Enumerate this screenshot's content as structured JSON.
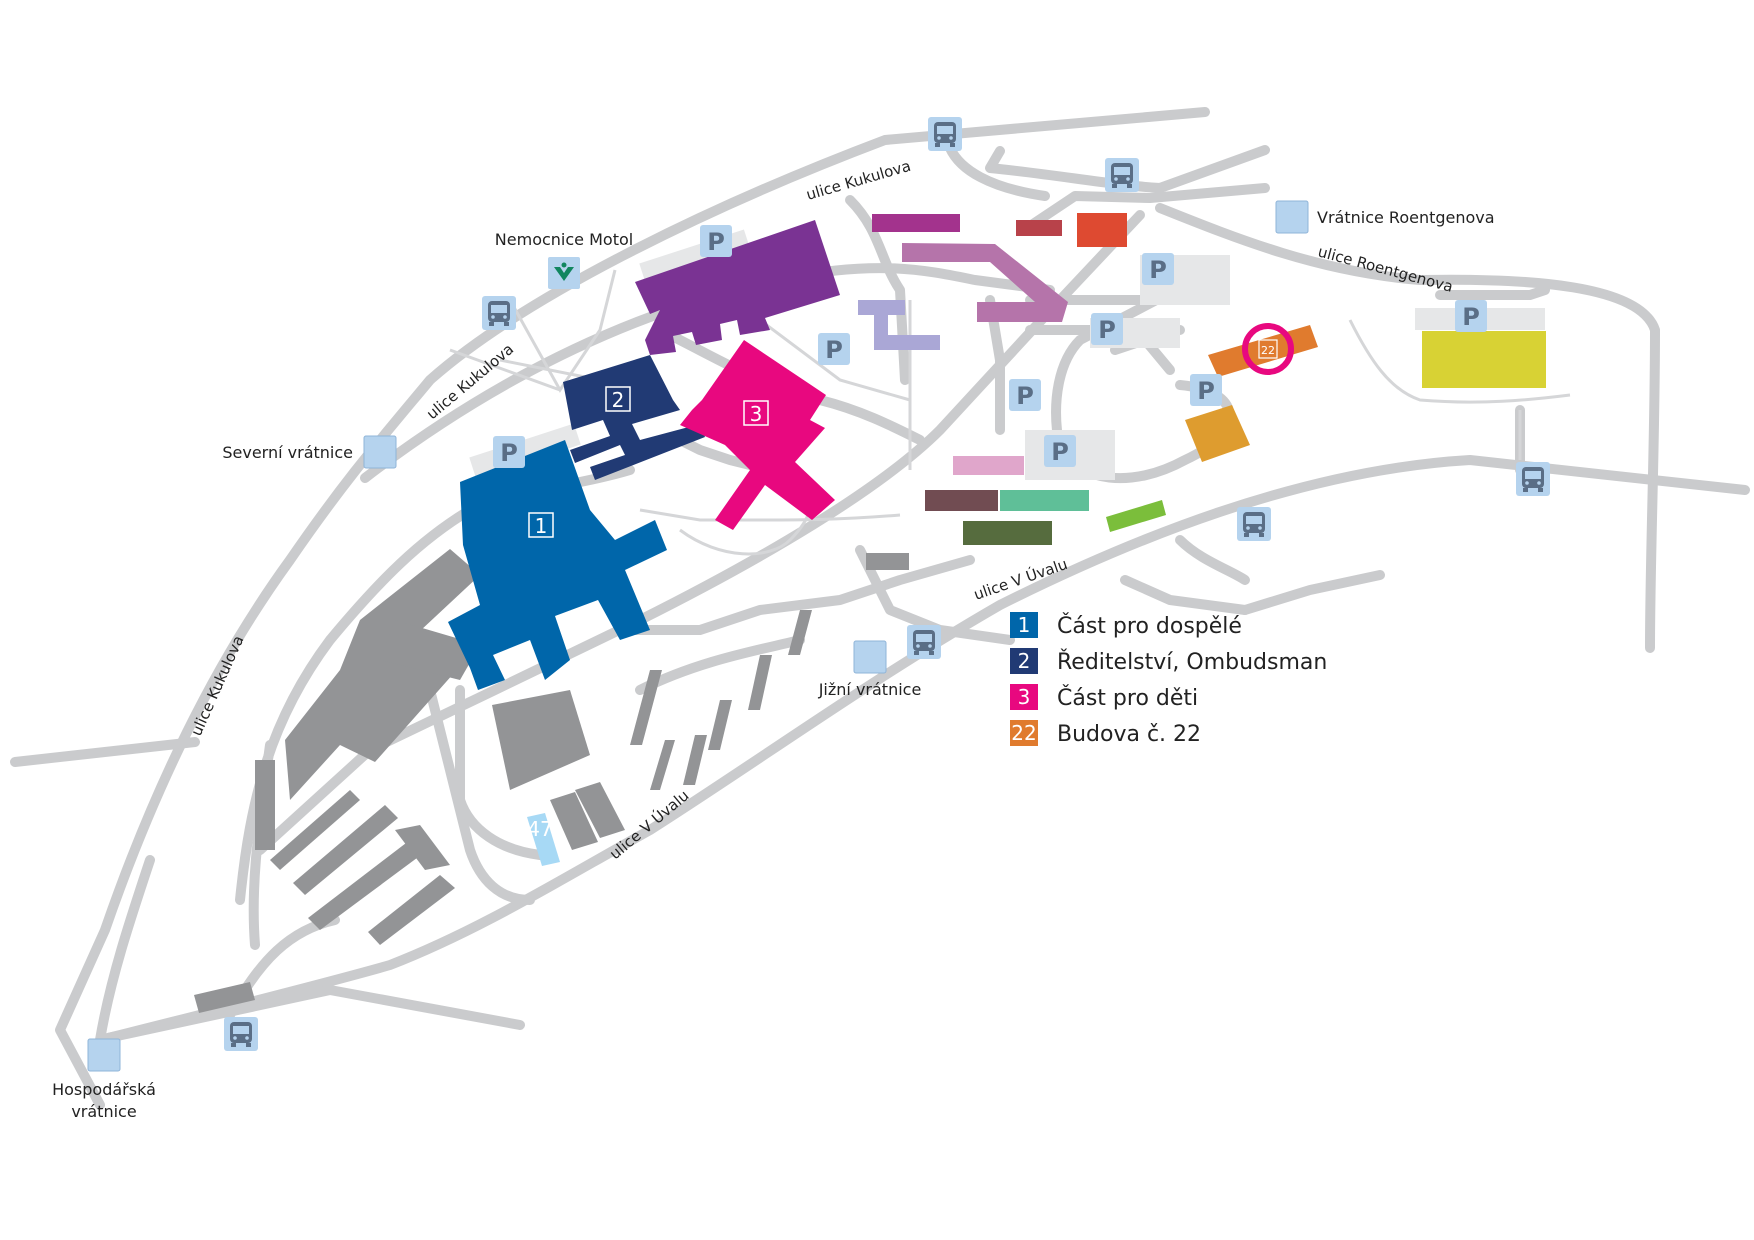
{
  "colors": {
    "road": "#cacbcd",
    "path": "#d5d6d8",
    "building_gray": "#939496",
    "adult": "#0066aa",
    "directorate": "#213a74",
    "children": "#e8087f",
    "building22": "#e07b2e",
    "highlight_ring": "#e8087f",
    "marker_fill": "#b5d3ee",
    "marker_icon": "#5a6e86"
  },
  "gates": {
    "severni": "Severní vrátnice",
    "roentgenova": "Vrátnice Roentgenova",
    "jizni": "Jižní vrátnice",
    "hospodarska_line1": "Hospodářská",
    "hospodarska_line2": "vrátnice"
  },
  "landmark": {
    "motol": "Nemocnice Motol",
    "motol_icon": "hospital-logo-icon"
  },
  "streets": {
    "kukulova_top": "ulice Kukulova",
    "kukulova_mid": "ulice Kukulova",
    "kukulova_west": "ulice Kukulova",
    "roentgenova": "ulice Roentgenova",
    "v_uvalu_east": "ulice V Úvalu",
    "v_uvalu_south": "ulice V Úvalu"
  },
  "building_labels": {
    "b1": "1",
    "b2": "2",
    "b3": "3",
    "b22": "22",
    "b47": "47"
  },
  "parking": {
    "label": "P",
    "icon": "parking-icon"
  },
  "bus_stop": {
    "icon": "bus-icon"
  },
  "legend": [
    {
      "num": "1",
      "text": "Část pro dospělé",
      "color": "#0066aa"
    },
    {
      "num": "2",
      "text": "Ředitelství, Ombudsman",
      "color": "#213a74"
    },
    {
      "num": "3",
      "text": "Část pro děti",
      "color": "#e8087f"
    },
    {
      "num": "22",
      "text": "Budova č. 22",
      "color": "#e07b2e"
    }
  ]
}
